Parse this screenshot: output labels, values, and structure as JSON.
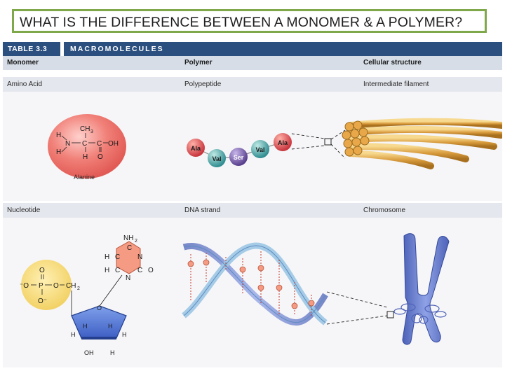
{
  "slide": {
    "title": "WHAT IS THE DIFFERENCE BETWEEN A MONOMER & A POLYMER?"
  },
  "table": {
    "tag": "TABLE 3.3",
    "name": "MACROMOLECULES",
    "columns": [
      "Monomer",
      "Polymer",
      "Cellular structure"
    ],
    "rows": [
      {
        "monomer": "Amino Acid",
        "polymer": "Polypeptide",
        "structure": "Intermediate filament",
        "monomer_caption": "Alanine",
        "beads": [
          "Ala",
          "Val",
          "Ser",
          "Val",
          "Ala"
        ]
      },
      {
        "monomer": "Nucleotide",
        "polymer": "DNA strand",
        "structure": "Chromosome"
      }
    ]
  },
  "colors": {
    "title_border": "#7fa84a",
    "banner": "#2b4f7e",
    "header": "#d6dde7",
    "row_band": "#e4e7ed",
    "bead_red": "#d9464a",
    "bead_teal": "#3a9a9a",
    "bead_purple": "#6a4e9c",
    "filament": "#d8a24a",
    "chromosome": "#6a7fd0",
    "dna_ribbon": "#9cc6e4"
  },
  "icons": [
    "alanine-molecule-icon",
    "polypeptide-chain-icon",
    "intermediate-filament-icon",
    "nucleotide-molecule-icon",
    "dna-helix-icon",
    "chromosome-icon"
  ]
}
